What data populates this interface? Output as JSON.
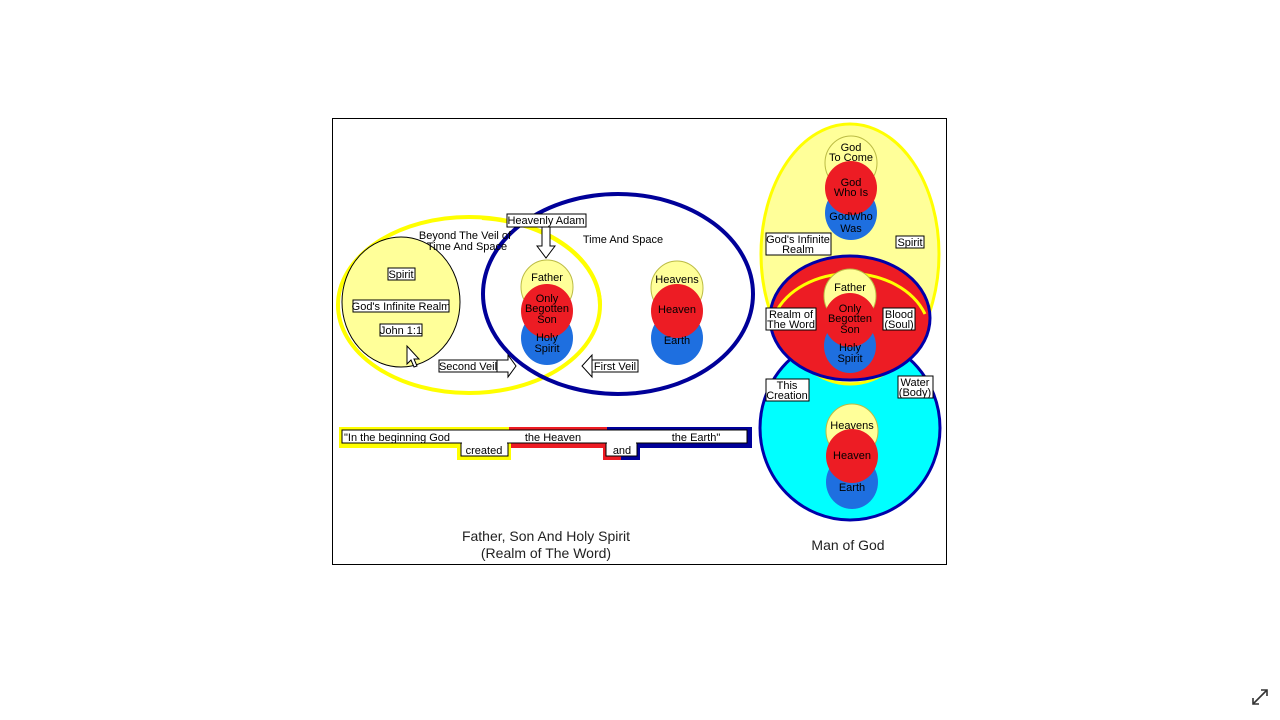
{
  "colors": {
    "yellow": "#ffff00",
    "pale_yellow": "#ffff99",
    "red": "#ed1c24",
    "blue": "#1e6fe0",
    "navy": "#000099",
    "cyan": "#00ffff"
  },
  "left_diagram": {
    "beyond_veil_title": [
      "Beyond The Veil of",
      "Time And Space"
    ],
    "time_and_space": "Time And Space",
    "heavenly_adam": "Heavenly Adam",
    "spirit": "Spirit",
    "gods_infinite_realm": "God's Infinite Realm",
    "john": "John 1:1",
    "second_veil": "Second Veil",
    "first_veil": "First Veil",
    "father": "Father",
    "only_begotten_son": [
      "Only",
      "Begotten",
      "Son"
    ],
    "holy_spirit": [
      "Holy",
      "Spirit"
    ],
    "heavens": "Heavens",
    "heaven": "Heaven",
    "earth": "Earth",
    "bar": {
      "in_the_beginning": "\"In the beginning God",
      "created": "created",
      "the_heaven": "the Heaven",
      "and": "and",
      "the_earth": "the Earth\""
    },
    "caption_line1": "Father, Son And Holy Spirit",
    "caption_line2": "(Realm of The Word)"
  },
  "right_diagram": {
    "god_to_come": [
      "God",
      "To Come"
    ],
    "god_who_is": [
      "God",
      "Who Is"
    ],
    "god_who_was": [
      "GodWho",
      "Was"
    ],
    "gods_infinite_realm": [
      "God's Infinite",
      "Realm"
    ],
    "spirit": "Spirit",
    "realm_of_the_word": [
      "Realm of",
      "The Word"
    ],
    "blood_soul": [
      "Blood",
      "(Soul)"
    ],
    "father": "Father",
    "only_begotten_son": [
      "Only",
      "Begotten",
      "Son"
    ],
    "holy_spirit": [
      "Holy",
      "Spirit"
    ],
    "this_creation": [
      "This",
      "Creation"
    ],
    "water_body": [
      "Water",
      "(Body)"
    ],
    "heavens": "Heavens",
    "heaven": "Heaven",
    "earth": "Earth",
    "caption": "Man of God"
  },
  "ui": {
    "expand_icon": "expand-diagonal-icon"
  }
}
